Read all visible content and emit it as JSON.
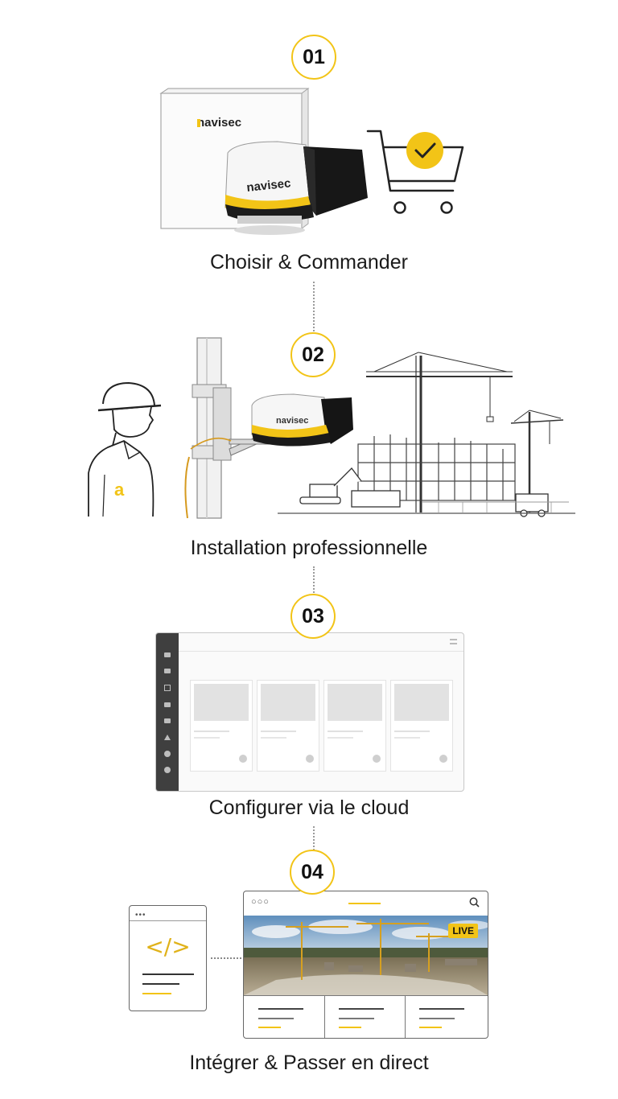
{
  "steps": [
    {
      "number": "01",
      "label": "Choisir & Commander"
    },
    {
      "number": "02",
      "label": "Installation professionnelle"
    },
    {
      "number": "03",
      "label": "Configurer via le cloud"
    },
    {
      "number": "04",
      "label": "Intégrer & Passer en direct"
    }
  ],
  "brand": {
    "name": "navisec",
    "camera_label": "navisec",
    "worker_badge": "a"
  },
  "live_badge": "LIVE",
  "code_symbol": "</>",
  "colors": {
    "accent": "#f2c417",
    "ink": "#1b1b1b",
    "line": "#9a9a9a"
  }
}
